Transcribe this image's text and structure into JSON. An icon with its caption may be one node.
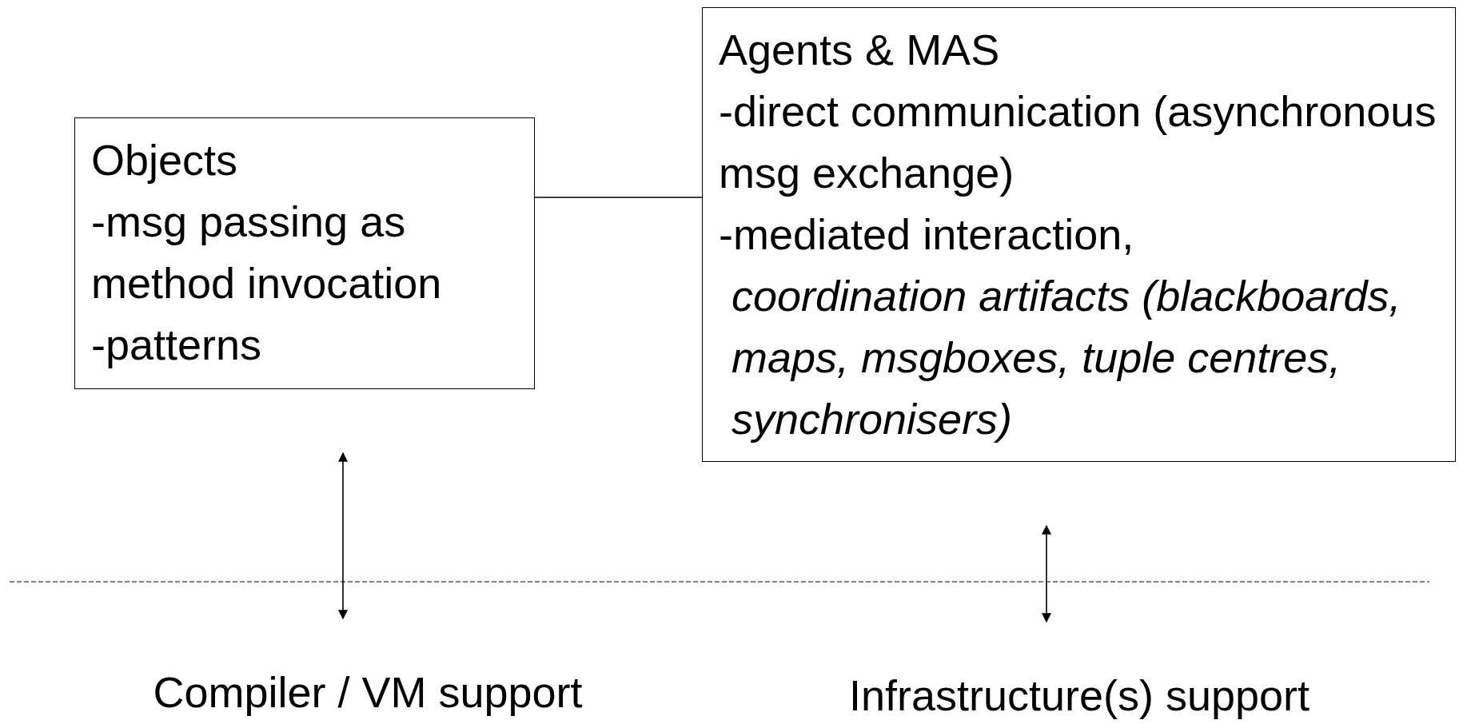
{
  "diagram": {
    "nodes": [
      {
        "text": [
          "Objects",
          "-msg passing as method invocation",
          "-patterns"
        ]
      },
      {
        "text": [
          "Agents & MAS",
          "-direct communication (asynchronous msg exchange)",
          "-mediated interaction, *coordination artifacts (blackboards, maps, msgboxes, tuple centres, synchronisers)*"
        ]
      },
      {
        "text": [
          "Compiler / VM support"
        ]
      },
      {
        "text": [
          "Infrastructure(s) support"
        ]
      }
    ],
    "edges": [
      {
        "from": 0,
        "to": 1,
        "arrow": "none"
      },
      {
        "from": 0,
        "to": 2,
        "arrow": "both"
      },
      {
        "from": 1,
        "to": 3,
        "arrow": "both"
      }
    ]
  }
}
